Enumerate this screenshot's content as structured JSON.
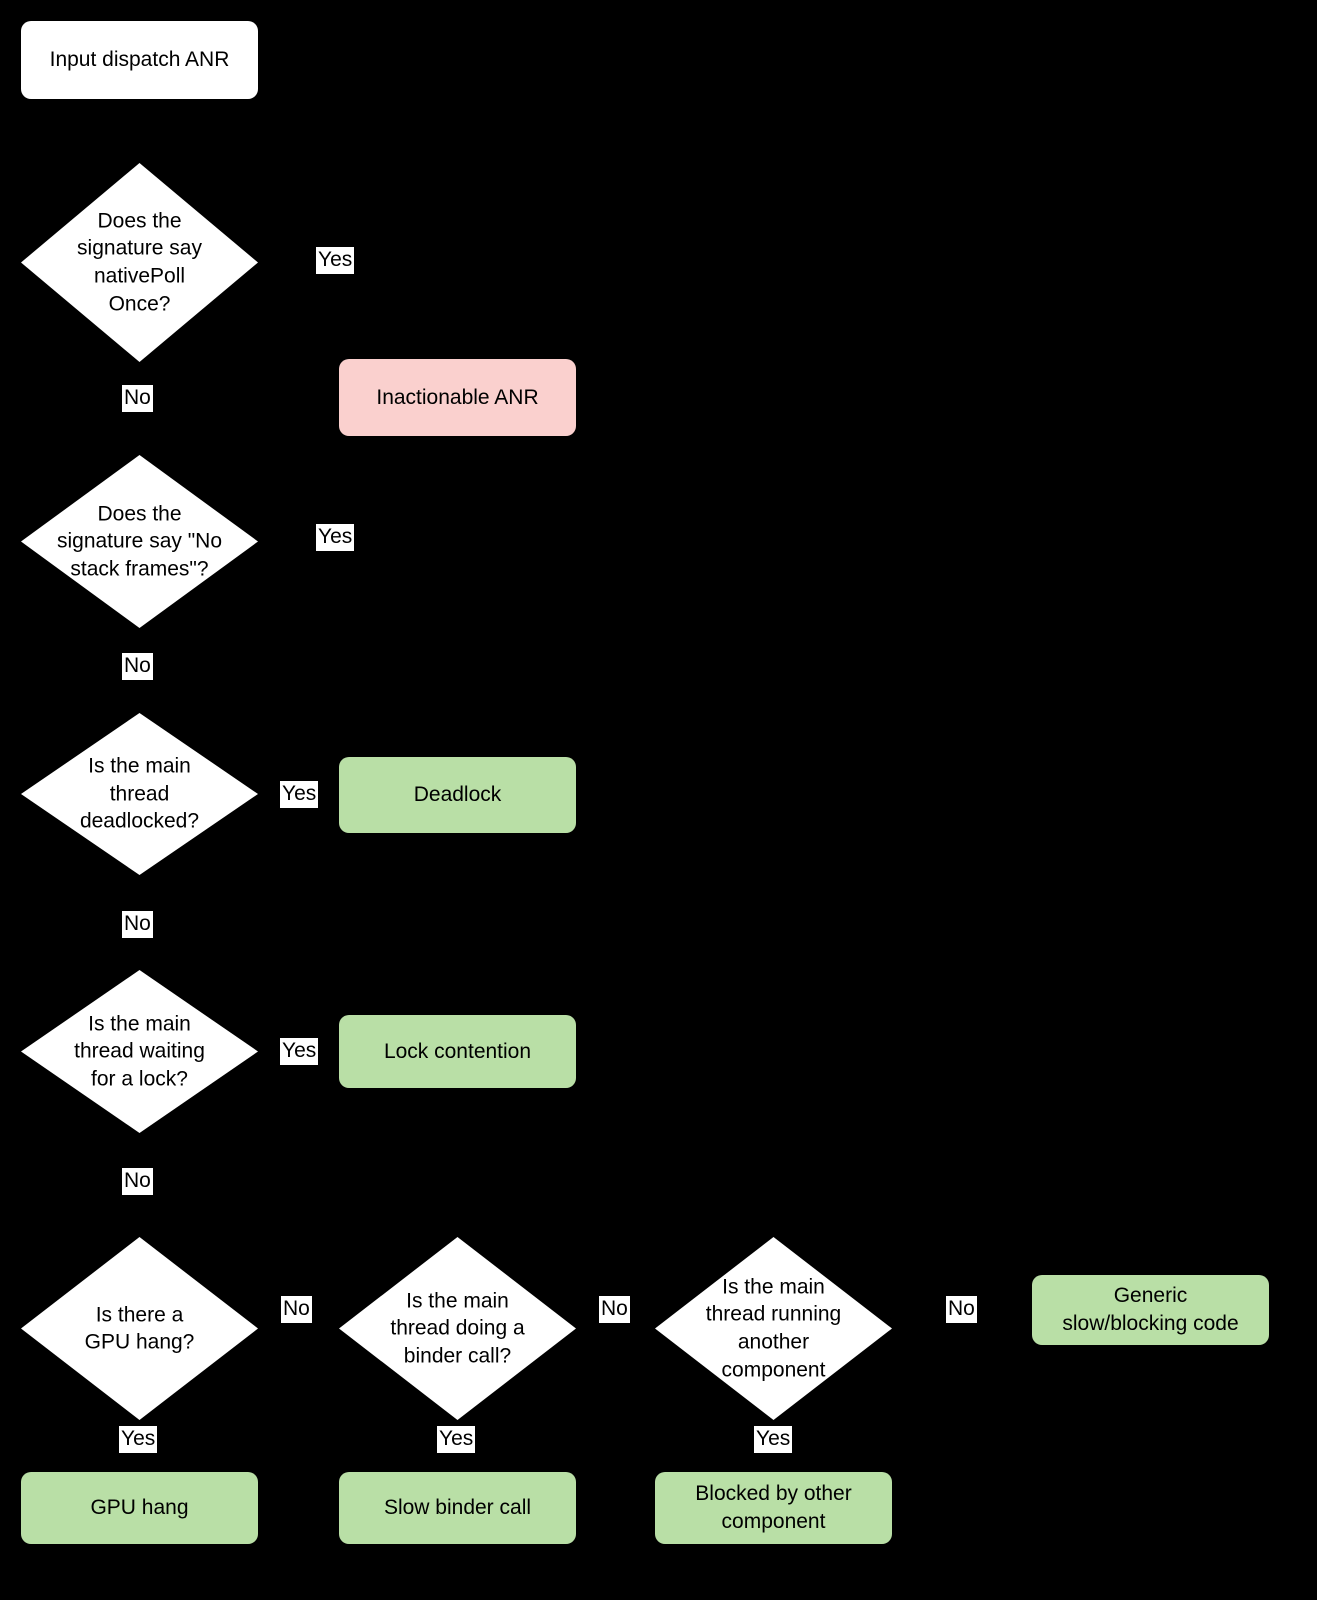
{
  "diagram": {
    "title": "Input dispatch ANR triage flowchart",
    "background_color": "#000000",
    "palette": {
      "start_fill": "#ffffff",
      "decision_fill": "#ffffff",
      "inactionable_fill": "#fad0ce",
      "outcome_fill": "#b9dfa6",
      "text_color": "#000000",
      "edge_label_fill": "#ffffff"
    },
    "nodes": {
      "start": {
        "label": "Input dispatch ANR"
      },
      "d1": {
        "label": "Does the\nsignature say\nnativePoll\nOnce?"
      },
      "d2": {
        "label": "Does the\nsignature say \"No\nstack frames\"?"
      },
      "d3": {
        "label": "Is the main\nthread\ndeadlocked?"
      },
      "d4": {
        "label": "Is the main\nthread waiting\nfor a lock?"
      },
      "d5": {
        "label": "Is there a\nGPU hang?"
      },
      "d6": {
        "label": "Is the main\nthread doing a\nbinder call?"
      },
      "d7": {
        "label": "Is the main\nthread running\nanother\ncomponent"
      },
      "r_inactionable": {
        "label": "Inactionable ANR"
      },
      "r_deadlock": {
        "label": "Deadlock"
      },
      "r_lock_contention": {
        "label": "Lock contention"
      },
      "r_gpu_hang": {
        "label": "GPU hang"
      },
      "r_slow_binder": {
        "label": "Slow binder call"
      },
      "r_blocked_other": {
        "label": "Blocked by other\ncomponent"
      },
      "r_generic_slow": {
        "label": "Generic\nslow/blocking code"
      }
    },
    "edge_labels": {
      "d1_yes": "Yes",
      "d1_no": "No",
      "d2_yes": "Yes",
      "d2_no": "No",
      "d3_yes": "Yes",
      "d3_no": "No",
      "d4_yes": "Yes",
      "d4_no": "No",
      "d5_yes": "Yes",
      "d5_no": "No",
      "d6_yes": "Yes",
      "d6_no": "No",
      "d7_yes": "Yes",
      "d7_no": "No"
    }
  }
}
